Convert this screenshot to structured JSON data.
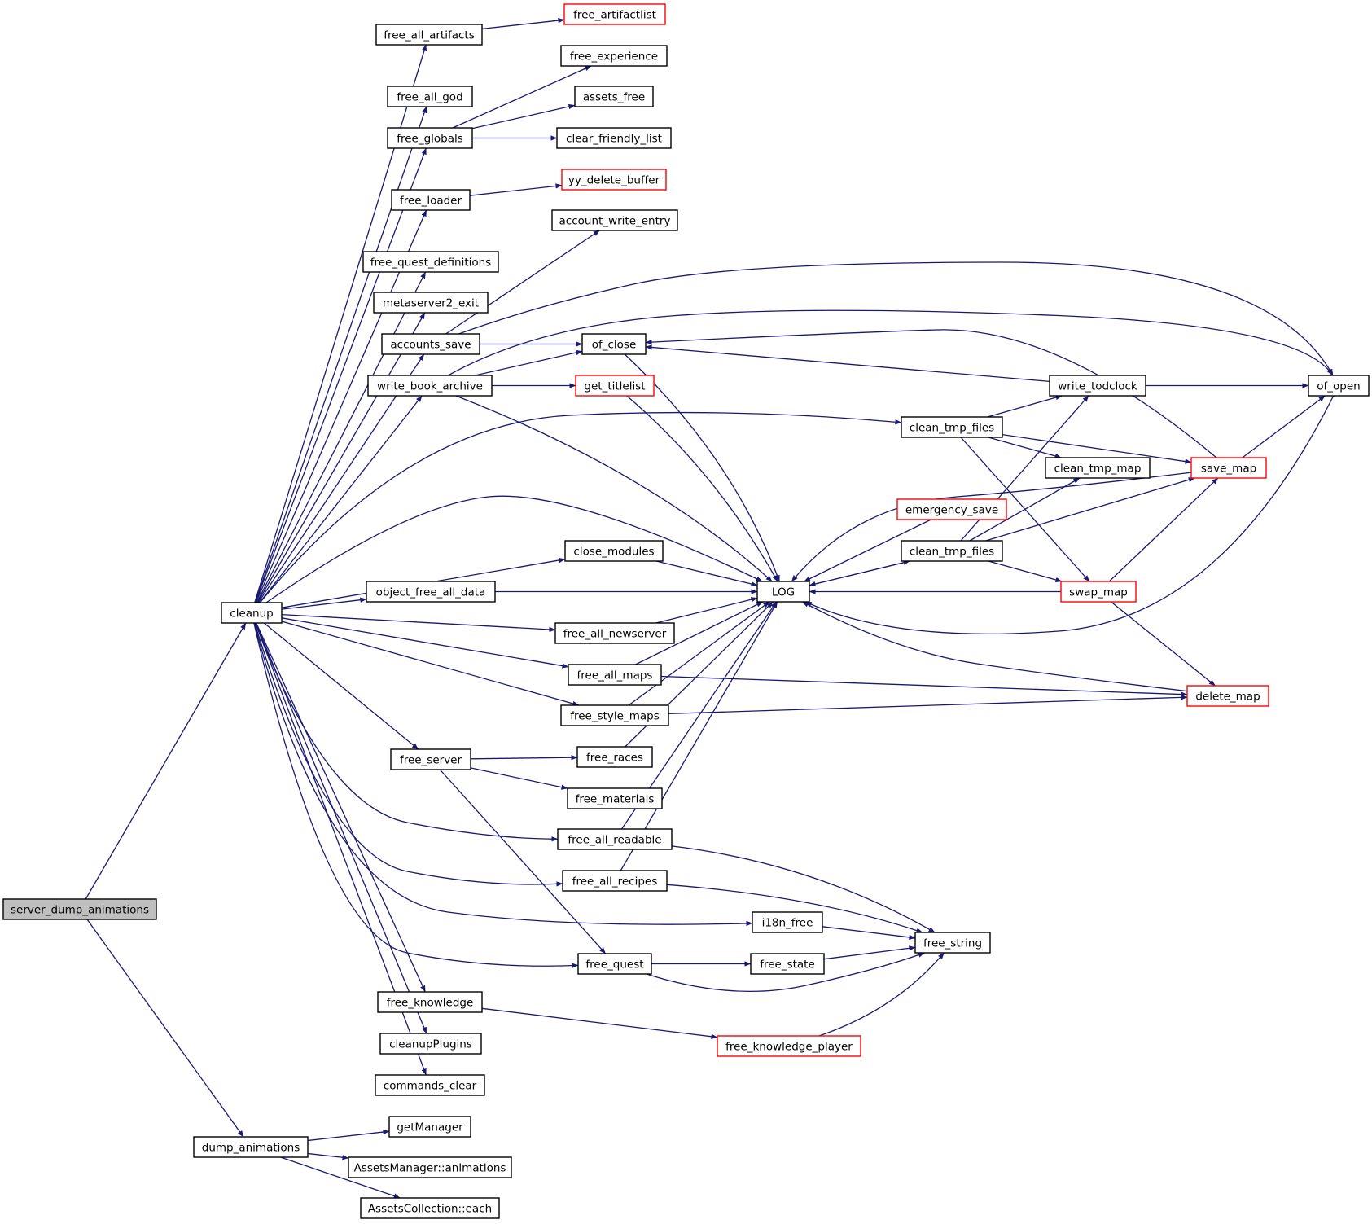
{
  "colors": {
    "edge": "#191970",
    "highlight_border": "#ff0000",
    "root_fill": "#bfbfbf"
  },
  "nodes": {
    "server_dump_animations": {
      "label": "server_dump_animations",
      "style": "root"
    },
    "cleanup": {
      "label": "cleanup",
      "style": "normal"
    },
    "dump_animations": {
      "label": "dump_animations",
      "style": "normal"
    },
    "free_all_artifacts": {
      "label": "free_all_artifacts",
      "style": "normal"
    },
    "free_all_god": {
      "label": "free_all_god",
      "style": "normal"
    },
    "free_globals": {
      "label": "free_globals",
      "style": "normal"
    },
    "free_loader": {
      "label": "free_loader",
      "style": "normal"
    },
    "free_quest_definitions": {
      "label": "free_quest_definitions",
      "style": "normal"
    },
    "metaserver2_exit": {
      "label": "metaserver2_exit",
      "style": "normal"
    },
    "accounts_save": {
      "label": "accounts_save",
      "style": "normal"
    },
    "write_book_archive": {
      "label": "write_book_archive",
      "style": "normal"
    },
    "object_free_all_data": {
      "label": "object_free_all_data",
      "style": "normal"
    },
    "free_server": {
      "label": "free_server",
      "style": "normal"
    },
    "free_knowledge": {
      "label": "free_knowledge",
      "style": "normal"
    },
    "cleanupPlugins": {
      "label": "cleanupPlugins",
      "style": "normal"
    },
    "commands_clear": {
      "label": "commands_clear",
      "style": "normal"
    },
    "getManager": {
      "label": "getManager",
      "style": "normal"
    },
    "assetsmanager_animations": {
      "label": "AssetsManager::animations",
      "style": "normal"
    },
    "assetscollection_each": {
      "label": "AssetsCollection::each",
      "style": "normal"
    },
    "free_artifactlist": {
      "label": "free_artifactlist",
      "style": "red"
    },
    "free_experience": {
      "label": "free_experience",
      "style": "normal"
    },
    "assets_free": {
      "label": "assets_free",
      "style": "normal"
    },
    "clear_friendly_list": {
      "label": "clear_friendly_list",
      "style": "normal"
    },
    "yy_delete_buffer": {
      "label": "yy_delete_buffer",
      "style": "red"
    },
    "account_write_entry": {
      "label": "account_write_entry",
      "style": "normal"
    },
    "of_close": {
      "label": "of_close",
      "style": "normal"
    },
    "get_titlelist": {
      "label": "get_titlelist",
      "style": "red"
    },
    "close_modules": {
      "label": "close_modules",
      "style": "normal"
    },
    "free_all_newserver": {
      "label": "free_all_newserver",
      "style": "normal"
    },
    "free_all_maps": {
      "label": "free_all_maps",
      "style": "normal"
    },
    "free_style_maps": {
      "label": "free_style_maps",
      "style": "normal"
    },
    "free_races": {
      "label": "free_races",
      "style": "normal"
    },
    "free_materials": {
      "label": "free_materials",
      "style": "normal"
    },
    "free_all_readable": {
      "label": "free_all_readable",
      "style": "normal"
    },
    "free_all_recipes": {
      "label": "free_all_recipes",
      "style": "normal"
    },
    "free_quest": {
      "label": "free_quest",
      "style": "normal"
    },
    "free_knowledge_player": {
      "label": "free_knowledge_player",
      "style": "red"
    },
    "LOG": {
      "label": "LOG",
      "style": "normal"
    },
    "i18n_free": {
      "label": "i18n_free",
      "style": "normal"
    },
    "free_state": {
      "label": "free_state",
      "style": "normal"
    },
    "free_string": {
      "label": "free_string",
      "style": "normal"
    },
    "clean_tmp_files_1": {
      "label": "clean_tmp_files",
      "style": "normal"
    },
    "emergency_save": {
      "label": "emergency_save",
      "style": "red"
    },
    "clean_tmp_files_2": {
      "label": "clean_tmp_files",
      "style": "normal"
    },
    "write_todclock": {
      "label": "write_todclock",
      "style": "normal"
    },
    "clean_tmp_map": {
      "label": "clean_tmp_map",
      "style": "normal"
    },
    "swap_map": {
      "label": "swap_map",
      "style": "red"
    },
    "save_map": {
      "label": "save_map",
      "style": "red"
    },
    "delete_map": {
      "label": "delete_map",
      "style": "red"
    },
    "of_open": {
      "label": "of_open",
      "style": "normal"
    }
  },
  "edges": [
    [
      "server_dump_animations",
      "cleanup"
    ],
    [
      "server_dump_animations",
      "dump_animations"
    ],
    [
      "cleanup",
      "free_all_artifacts"
    ],
    [
      "cleanup",
      "free_all_god"
    ],
    [
      "cleanup",
      "free_globals"
    ],
    [
      "cleanup",
      "free_loader"
    ],
    [
      "cleanup",
      "free_quest_definitions"
    ],
    [
      "cleanup",
      "metaserver2_exit"
    ],
    [
      "cleanup",
      "accounts_save"
    ],
    [
      "cleanup",
      "write_book_archive"
    ],
    [
      "cleanup",
      "clean_tmp_files_1"
    ],
    [
      "cleanup",
      "LOG"
    ],
    [
      "cleanup",
      "close_modules"
    ],
    [
      "cleanup",
      "object_free_all_data"
    ],
    [
      "cleanup",
      "free_all_newserver"
    ],
    [
      "cleanup",
      "free_all_maps"
    ],
    [
      "cleanup",
      "free_style_maps"
    ],
    [
      "cleanup",
      "free_server"
    ],
    [
      "cleanup",
      "free_all_readable"
    ],
    [
      "cleanup",
      "free_all_recipes"
    ],
    [
      "cleanup",
      "i18n_free"
    ],
    [
      "cleanup",
      "free_quest"
    ],
    [
      "cleanup",
      "free_knowledge"
    ],
    [
      "cleanup",
      "cleanupPlugins"
    ],
    [
      "cleanup",
      "commands_clear"
    ],
    [
      "dump_animations",
      "getManager"
    ],
    [
      "dump_animations",
      "assetsmanager_animations"
    ],
    [
      "dump_animations",
      "assetscollection_each"
    ],
    [
      "free_all_artifacts",
      "free_artifactlist"
    ],
    [
      "free_globals",
      "free_experience"
    ],
    [
      "free_globals",
      "assets_free"
    ],
    [
      "free_globals",
      "clear_friendly_list"
    ],
    [
      "free_loader",
      "yy_delete_buffer"
    ],
    [
      "accounts_save",
      "account_write_entry"
    ],
    [
      "accounts_save",
      "of_close"
    ],
    [
      "accounts_save",
      "of_open"
    ],
    [
      "write_book_archive",
      "of_close"
    ],
    [
      "write_book_archive",
      "get_titlelist"
    ],
    [
      "write_book_archive",
      "LOG"
    ],
    [
      "write_book_archive",
      "of_open"
    ],
    [
      "get_titlelist",
      "LOG"
    ],
    [
      "of_close",
      "LOG"
    ],
    [
      "close_modules",
      "LOG"
    ],
    [
      "object_free_all_data",
      "LOG"
    ],
    [
      "free_all_newserver",
      "LOG"
    ],
    [
      "free_all_maps",
      "LOG"
    ],
    [
      "free_all_maps",
      "delete_map"
    ],
    [
      "free_style_maps",
      "LOG"
    ],
    [
      "free_style_maps",
      "delete_map"
    ],
    [
      "free_server",
      "free_races"
    ],
    [
      "free_server",
      "free_materials"
    ],
    [
      "free_server",
      "free_quest"
    ],
    [
      "free_races",
      "LOG"
    ],
    [
      "free_all_readable",
      "LOG"
    ],
    [
      "free_all_readable",
      "free_string"
    ],
    [
      "free_all_recipes",
      "LOG"
    ],
    [
      "free_all_recipes",
      "free_string"
    ],
    [
      "i18n_free",
      "free_string"
    ],
    [
      "free_quest",
      "free_state"
    ],
    [
      "free_quest",
      "free_string"
    ],
    [
      "free_state",
      "free_string"
    ],
    [
      "free_knowledge",
      "free_knowledge_player"
    ],
    [
      "free_knowledge_player",
      "free_string"
    ],
    [
      "LOG",
      "clean_tmp_files_2"
    ],
    [
      "emergency_save",
      "LOG"
    ],
    [
      "clean_tmp_files_2",
      "LOG"
    ],
    [
      "clean_tmp_files_2",
      "write_todclock"
    ],
    [
      "clean_tmp_files_2",
      "clean_tmp_map"
    ],
    [
      "clean_tmp_files_2",
      "save_map"
    ],
    [
      "clean_tmp_files_2",
      "swap_map"
    ],
    [
      "clean_tmp_files_1",
      "write_todclock"
    ],
    [
      "clean_tmp_files_1",
      "clean_tmp_map"
    ],
    [
      "clean_tmp_files_1",
      "save_map"
    ],
    [
      "clean_tmp_files_1",
      "swap_map"
    ],
    [
      "write_todclock",
      "of_close"
    ],
    [
      "write_todclock",
      "of_open"
    ],
    [
      "swap_map",
      "LOG"
    ],
    [
      "swap_map",
      "save_map"
    ],
    [
      "swap_map",
      "delete_map"
    ],
    [
      "save_map",
      "LOG"
    ],
    [
      "save_map",
      "of_close"
    ],
    [
      "save_map",
      "of_open"
    ],
    [
      "delete_map",
      "LOG"
    ],
    [
      "of_open",
      "LOG"
    ]
  ]
}
